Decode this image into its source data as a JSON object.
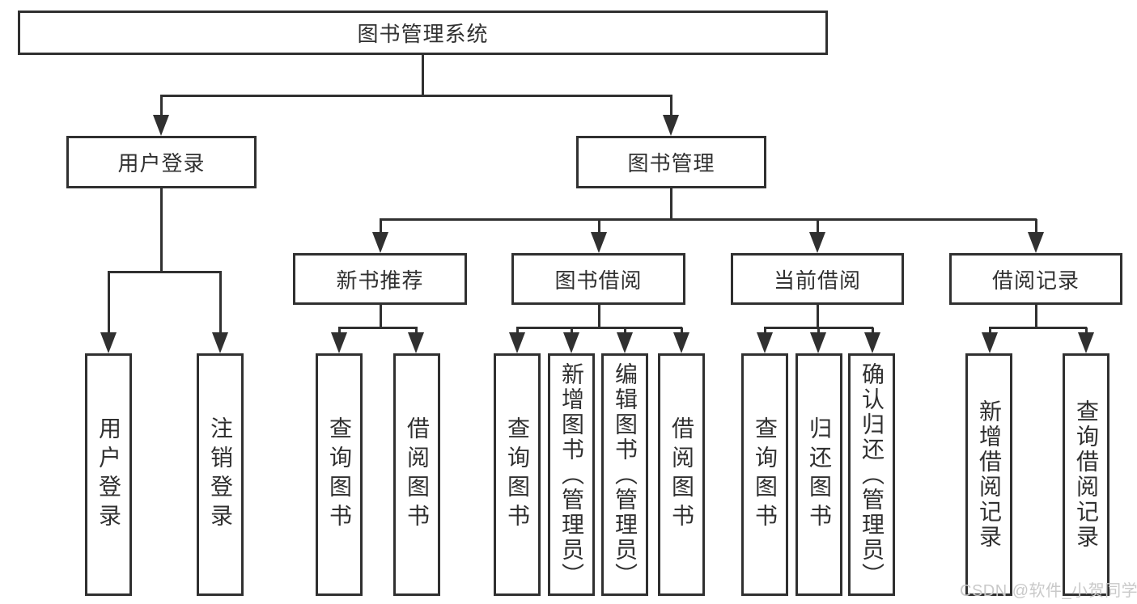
{
  "tree": {
    "label": "图书管理系统",
    "children": [
      {
        "label": "用户登录",
        "children": [
          {
            "label": "用户登录"
          },
          {
            "label": "注销登录"
          }
        ]
      },
      {
        "label": "图书管理",
        "children": [
          {
            "label": "新书推荐",
            "children": [
              {
                "label": "查询图书"
              },
              {
                "label": "借阅图书"
              }
            ]
          },
          {
            "label": "图书借阅",
            "children": [
              {
                "label": "查询图书"
              },
              {
                "label": "新增图书（管理员）"
              },
              {
                "label": "编辑图书（管理员）"
              },
              {
                "label": "借阅图书"
              }
            ]
          },
          {
            "label": "当前借阅",
            "children": [
              {
                "label": "查询图书"
              },
              {
                "label": "归还图书"
              },
              {
                "label": "确认归还（管理员）"
              }
            ]
          },
          {
            "label": "借阅记录",
            "children": [
              {
                "label": "新增借阅记录"
              },
              {
                "label": "查询借阅记录"
              }
            ]
          }
        ]
      }
    ]
  },
  "watermark": {
    "text": "CSDN @软件_小贺同学"
  },
  "colors": {
    "line": "#303030",
    "text": "#303030",
    "background": "#ffffff",
    "watermark": "#c9c9c9"
  }
}
